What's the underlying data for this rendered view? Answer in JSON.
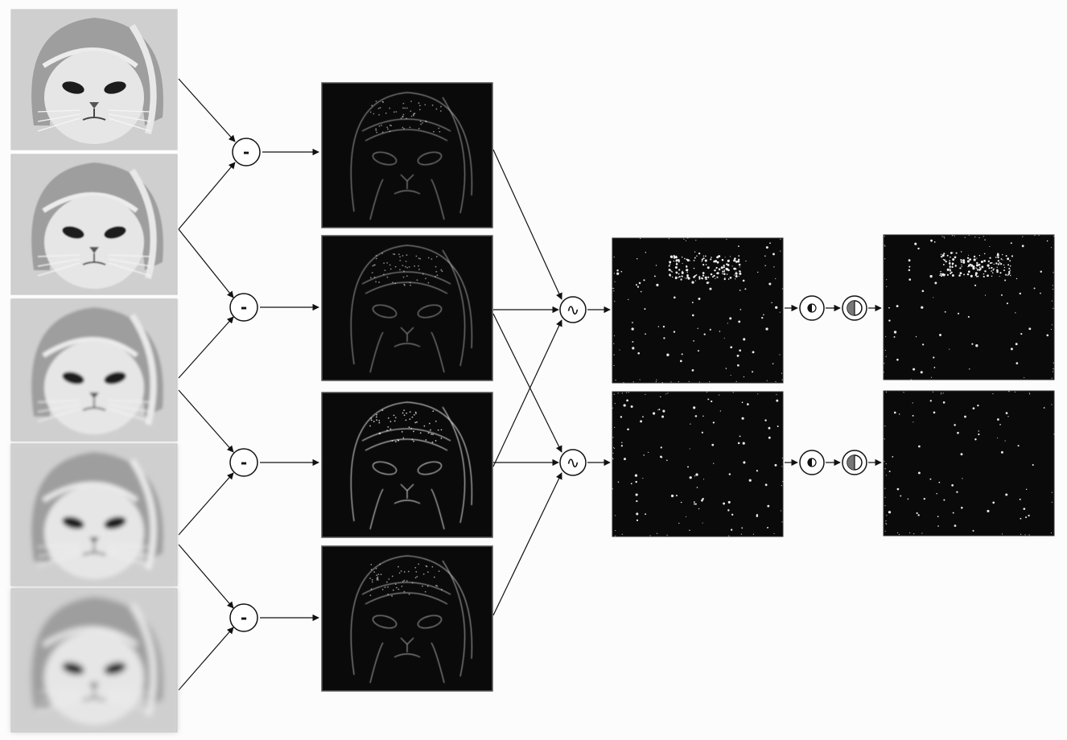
{
  "colors": {
    "background": "#fcfcfc",
    "stroke": "#111111",
    "dark_panel": "#0a0a0a",
    "photo_base": "#cfcfcf"
  },
  "diagram": {
    "input_images": [
      {
        "id": "scale-1",
        "blur": "none"
      },
      {
        "id": "scale-2",
        "blur": "slight"
      },
      {
        "id": "scale-3",
        "blur": "medium"
      },
      {
        "id": "scale-4",
        "blur": "strong"
      },
      {
        "id": "scale-5",
        "blur": "strongest"
      }
    ],
    "subtract_nodes": [
      {
        "id": "sub-1",
        "symbol": "-"
      },
      {
        "id": "sub-2",
        "symbol": "-"
      },
      {
        "id": "sub-3",
        "symbol": "-"
      },
      {
        "id": "sub-4",
        "symbol": "-"
      }
    ],
    "dog_images": [
      {
        "id": "dog-1",
        "icon": "edge-map"
      },
      {
        "id": "dog-2",
        "icon": "edge-map"
      },
      {
        "id": "dog-3",
        "icon": "edge-map"
      },
      {
        "id": "dog-4",
        "icon": "edge-map"
      }
    ],
    "extrema_nodes": [
      {
        "id": "ext-1",
        "symbol": "∿"
      },
      {
        "id": "ext-2",
        "symbol": "∿"
      }
    ],
    "keypoint_images": [
      {
        "id": "kp-1",
        "icon": "keypoint-map"
      },
      {
        "id": "kp-2",
        "icon": "keypoint-map"
      }
    ],
    "contrast_nodes": [
      {
        "id": "contrast-1",
        "icon": "half-circle-icon"
      },
      {
        "id": "contrast-2",
        "icon": "half-circle-icon"
      }
    ],
    "edge_nodes": [
      {
        "id": "edge-1",
        "icon": "split-circle-icon"
      },
      {
        "id": "edge-2",
        "icon": "split-circle-icon"
      }
    ],
    "filtered_images": [
      {
        "id": "filtered-1",
        "icon": "keypoint-map"
      },
      {
        "id": "filtered-2",
        "icon": "keypoint-map"
      }
    ]
  }
}
